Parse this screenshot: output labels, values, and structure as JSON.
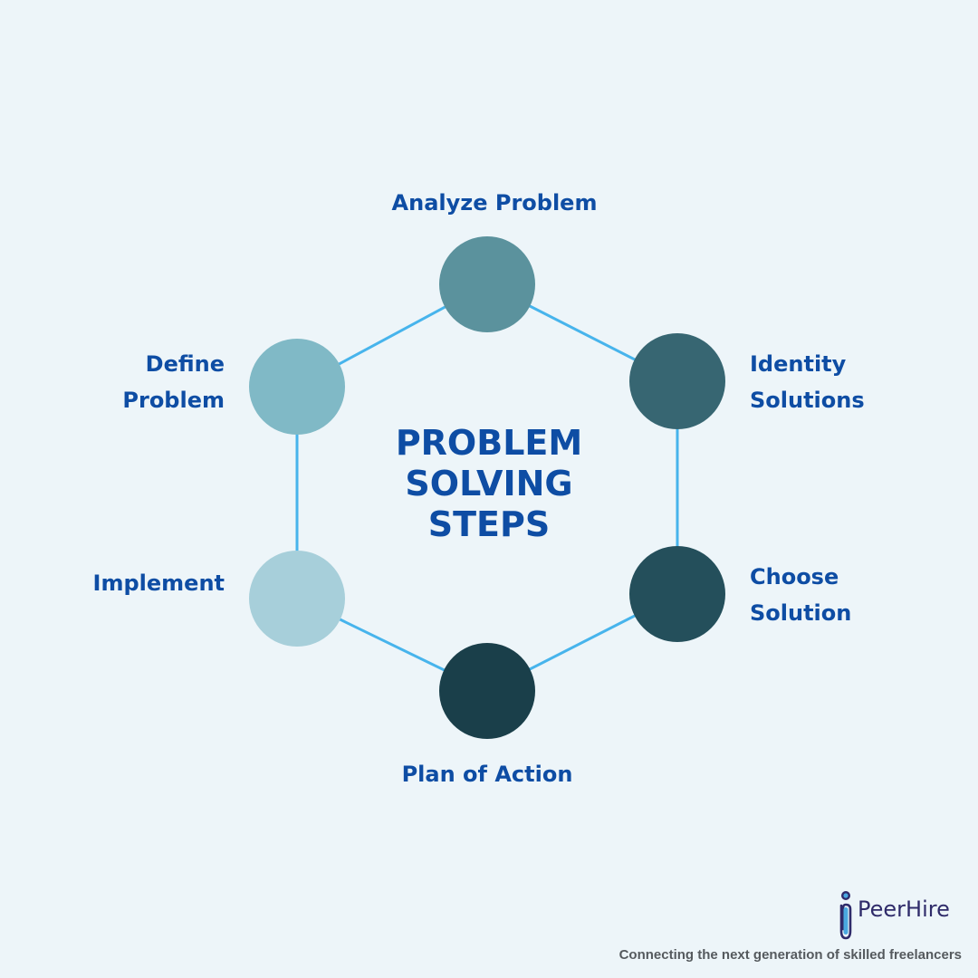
{
  "title": {
    "lines": [
      "PROBLEM",
      "SOLVING",
      "STEPS"
    ],
    "color": "#0e4da4"
  },
  "connector_color": "#47b4ec",
  "steps": [
    {
      "lines": [
        "Analyze Problem"
      ],
      "color": "#5b929d"
    },
    {
      "lines": [
        "Identity",
        "Solutions"
      ],
      "color": "#376672"
    },
    {
      "lines": [
        "Choose",
        "Solution"
      ],
      "color": "#244f5b"
    },
    {
      "lines": [
        "Plan of Action"
      ],
      "color": "#1a3f4a"
    },
    {
      "lines": [
        "Implement"
      ],
      "color": "#a7cfda"
    },
    {
      "lines": [
        "Define",
        "Problem"
      ],
      "color": "#80b9c6"
    }
  ],
  "brand": {
    "name": "PeerHire",
    "tagline": "Connecting the next generation of skilled freelancers",
    "icon": "paperclip-person-icon"
  }
}
